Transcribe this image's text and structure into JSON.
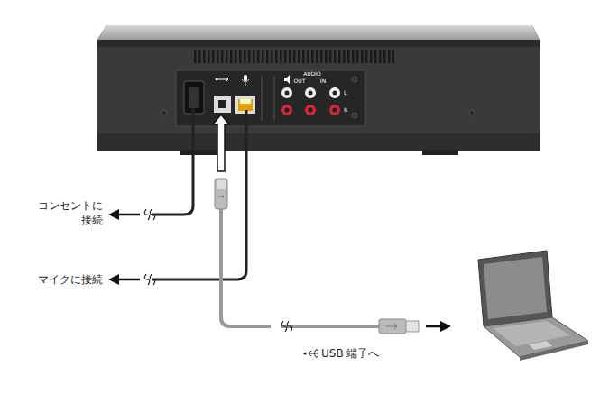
{
  "diagram": {
    "labels": [
      "コンセントに 接続",
      "マイクに接続",
      "USB 端子へ",
      "AUDIO",
      "OUT",
      "IN",
      "L",
      "R"
    ]
  }
}
